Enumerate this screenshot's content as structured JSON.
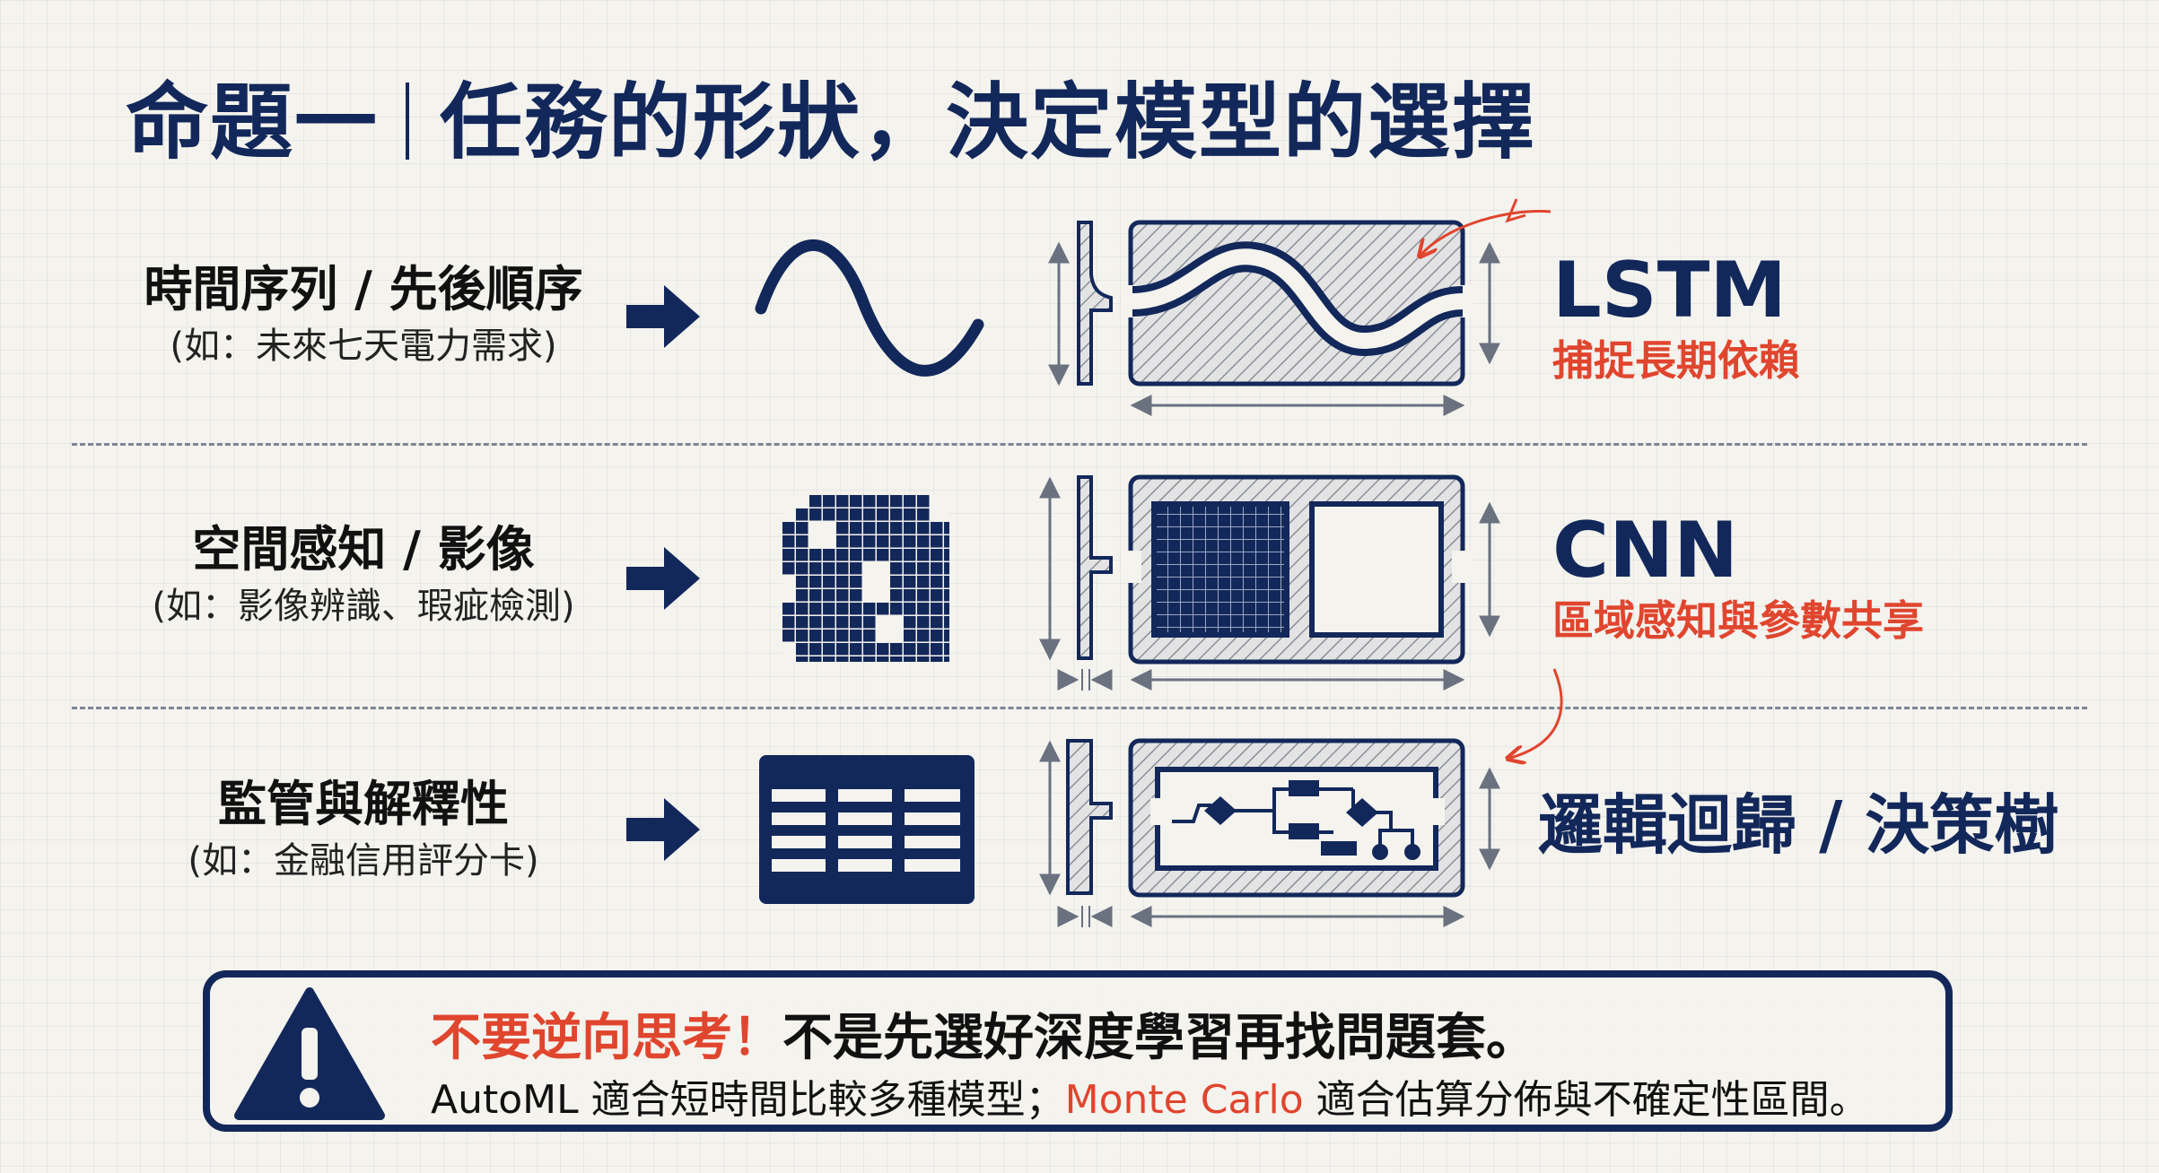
{
  "title": {
    "left": "命題一",
    "right": "任務的形狀，決定模型的選擇"
  },
  "rows": [
    {
      "label": "時間序列 / 先後順序",
      "example": "(如：未來七天電力需求)",
      "icon": "sine-wave-icon",
      "model": "LSTM",
      "model_desc": "捕捉長期依賴"
    },
    {
      "label": "空間感知 / 影像",
      "example": "(如：影像辨識、瑕疵檢測)",
      "icon": "pixel-grid-icon",
      "model": "CNN",
      "model_desc": "區域感知與參數共享"
    },
    {
      "label": "監管與解釋性",
      "example": "(如：金融信用評分卡)",
      "icon": "table-icon",
      "model": "邏輯迴歸 / 決策樹",
      "model_desc": ""
    }
  ],
  "warning": {
    "headline_red": "不要逆向思考！",
    "headline_rest": "不是先選好深度學習再找問題套。",
    "line2_part1": "AutoML 適合短時間比較多種模型；",
    "line2_red": "Monte Carlo",
    "line2_part2": " 適合估算分佈與不確定性區間。"
  },
  "colors": {
    "navy": "#13285a",
    "accent": "#e0452e",
    "background": "#f4f3ee"
  }
}
